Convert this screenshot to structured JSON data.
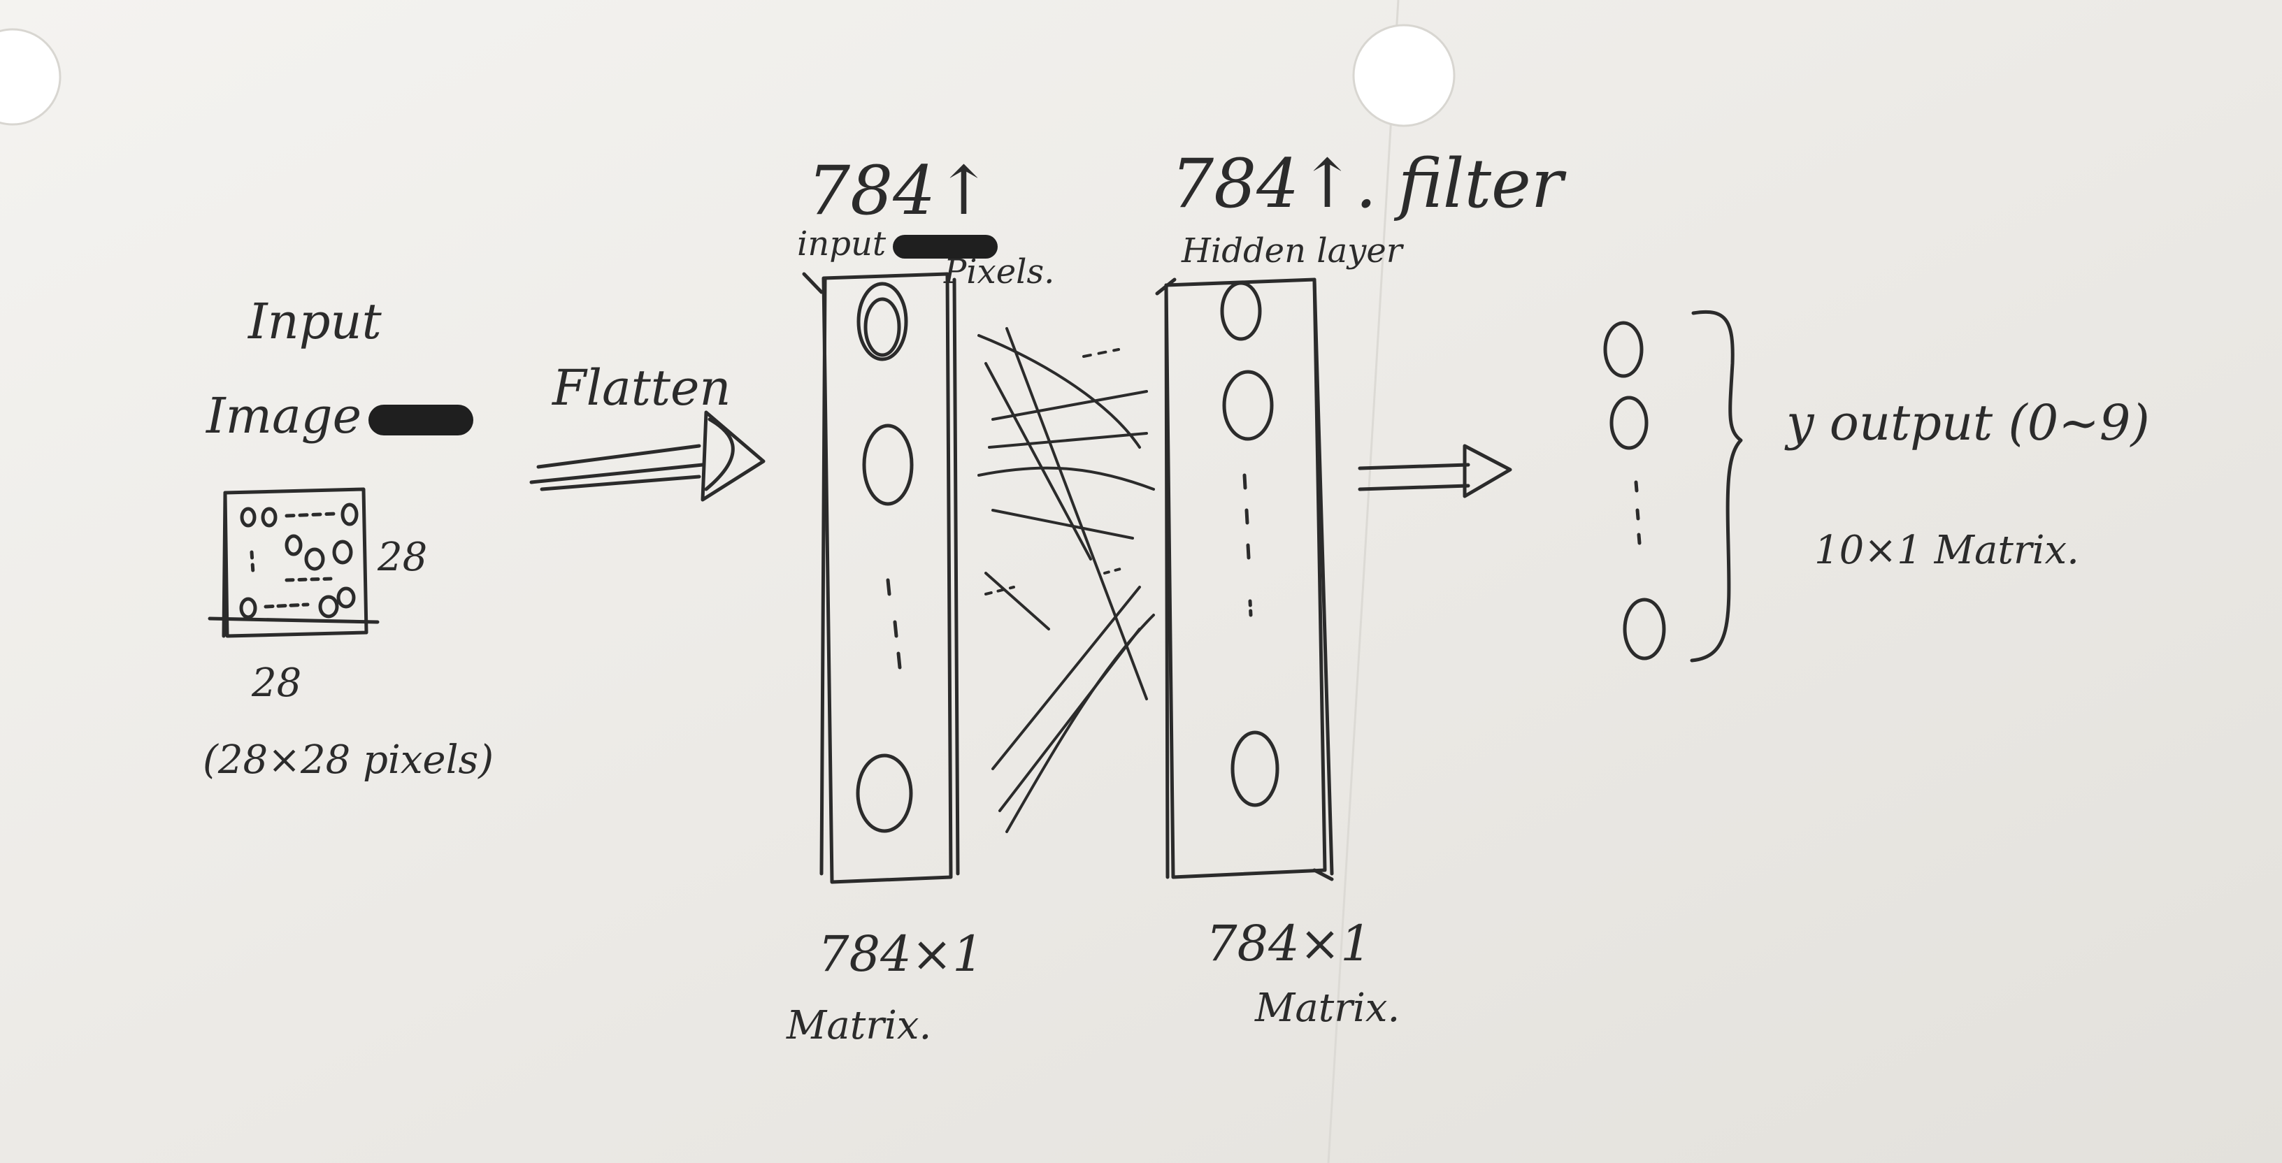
{
  "input_block": {
    "title_line1": "Input",
    "title_line2": "Image",
    "grid_side_label": "28",
    "grid_bottom_label": "28",
    "size_label": "(28×28 pixels)"
  },
  "flatten": {
    "label": "Flatten"
  },
  "input_layer": {
    "count_label": "784↑",
    "name_label": "input",
    "name_label_2": "Pixels.",
    "dim_label": "784×1",
    "type_label": "Matrix."
  },
  "hidden_layer": {
    "count_label": "784↑. filter",
    "name_label": "Hidden layer",
    "dim_label": "784×1",
    "type_label": "Matrix."
  },
  "output": {
    "label": "y output (0~9)",
    "dim_label": "10×1 Matrix."
  },
  "colors": {
    "paper": "#f1f0ed",
    "ink": "#2b2b2b"
  }
}
